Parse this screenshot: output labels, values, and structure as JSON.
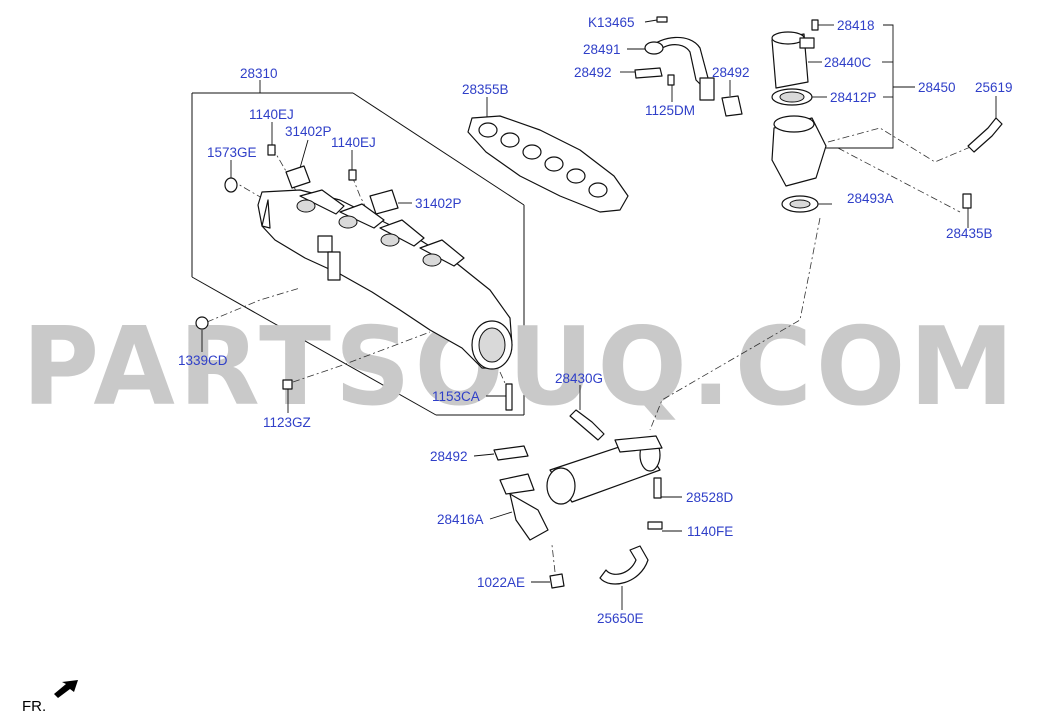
{
  "watermark": "PARTSOUQ.COM",
  "front_indicator": "FR.",
  "colors": {
    "label": "#2f3fc8",
    "watermark": "#c9c9c9",
    "line": "#111111"
  },
  "callouts": {
    "p28310": "28310",
    "p1140EJ_a": "1140EJ",
    "p31402P_a": "31402P",
    "p1573GE": "1573GE",
    "p1140EJ_b": "1140EJ",
    "p31402P_b": "31402P",
    "p1339CD": "1339CD",
    "p1123GZ": "1123GZ",
    "p1153CA": "1153CA",
    "p28355B": "28355B",
    "pK13465": "K13465",
    "p28491": "28491",
    "p28492_a": "28492",
    "p1125DM": "1125DM",
    "p28492_b": "28492",
    "p28418": "28418",
    "p28440C": "28440C",
    "p28412P": "28412P",
    "p28450": "28450",
    "p25619": "25619",
    "p28493A": "28493A",
    "p28435B": "28435B",
    "p28430G": "28430G",
    "p28492_c": "28492",
    "p28528D": "28528D",
    "p28416A": "28416A",
    "p1140FE": "1140FE",
    "p1022AE": "1022AE",
    "p25650E": "25650E"
  }
}
